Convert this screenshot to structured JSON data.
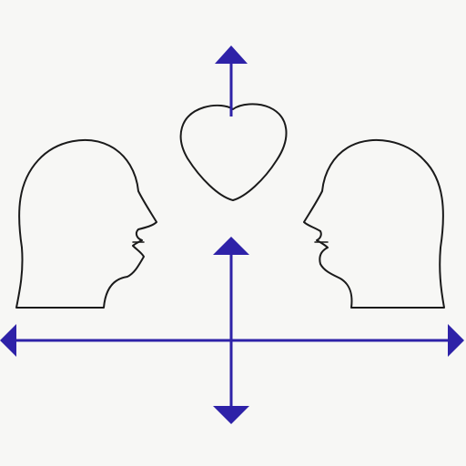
{
  "colors": {
    "background": "#f7f7f5",
    "outline": "#1a1a1a",
    "arrow": "#2e22a8"
  },
  "figures": {
    "left_head": {
      "icon": "head-profile-facing-right-icon"
    },
    "right_head": {
      "icon": "head-profile-facing-left-icon"
    },
    "heart": {
      "icon": "heart-outline-icon"
    }
  },
  "arrows": {
    "top_arrow": {
      "direction": "up"
    },
    "vertical_axis": {
      "directions": [
        "up",
        "down"
      ]
    },
    "horizontal_axis": {
      "directions": [
        "left",
        "right"
      ]
    }
  }
}
